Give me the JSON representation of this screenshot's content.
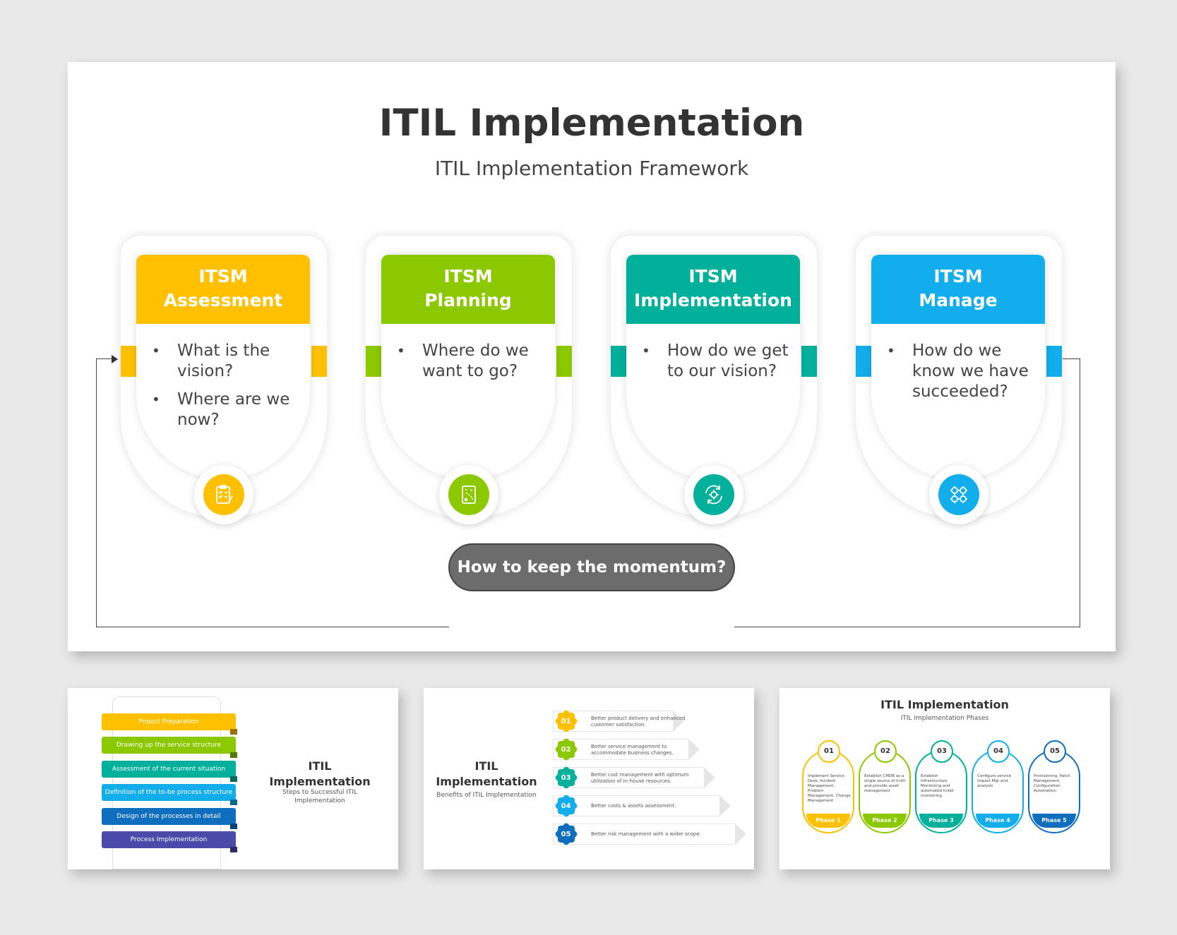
{
  "main": {
    "title": "ITIL Implementation",
    "subtitle": "ITIL Implementation Framework",
    "cards": [
      {
        "line1": "ITSM",
        "line2": "Assessment",
        "color": "#FFC000",
        "icon": "clipboard-checklist-icon",
        "bullets": [
          "What is the vision?",
          "Where are we now?"
        ]
      },
      {
        "line1": "ITSM",
        "line2": "Planning",
        "color": "#8CC800",
        "icon": "plan-document-icon",
        "bullets": [
          "Where do we want to go?"
        ]
      },
      {
        "line1": "ITSM",
        "line2": "Implementation",
        "color": "#00B09B",
        "icon": "gear-cycle-icon",
        "bullets": [
          "How do we get to our vision?"
        ]
      },
      {
        "line1": "ITSM",
        "line2": "Manage",
        "color": "#12AEEB",
        "icon": "gears-icon",
        "bullets": [
          "How do we know we have succeeded?"
        ]
      }
    ],
    "momentum_label": "How to keep the momentum?"
  },
  "thumb1": {
    "title_line1": "ITIL",
    "title_line2": "Implementation",
    "subtitle_line1": "Steps to Successful ITIL",
    "subtitle_line2": "Implementation",
    "steps": [
      {
        "label": "Project Preparation",
        "color": "#FFC000"
      },
      {
        "label": "Drawing up the service structure",
        "color": "#8CC800"
      },
      {
        "label": "Assessment of the current situation",
        "color": "#00B09B"
      },
      {
        "label": "Definition of the to-be process structure",
        "color": "#12AEEB"
      },
      {
        "label": "Design of the processes in detail",
        "color": "#0F6EBE"
      },
      {
        "label": "Process Implementation",
        "color": "#4A4AA8"
      }
    ]
  },
  "thumb2": {
    "title_line1": "ITIL",
    "title_line2": "Implementation",
    "subtitle": "Benefits of ITIL Implementation",
    "benefits": [
      {
        "num": "01",
        "text": "Better product delivery and enhanced customer satisfaction.",
        "color": "#FFC000"
      },
      {
        "num": "02",
        "text": "Better service management to accommodate business changes.",
        "color": "#8CC800"
      },
      {
        "num": "03",
        "text": "Better cost management with optimum utilization of in-house resources.",
        "color": "#00B09B"
      },
      {
        "num": "04",
        "text": "Better costs & assets assessment.",
        "color": "#12AEEB"
      },
      {
        "num": "05",
        "text": "Better risk management with a wider scope.",
        "color": "#0F6EBE"
      }
    ]
  },
  "thumb3": {
    "title": "ITIL Implementation",
    "subtitle": "ITIL Implementation Phases",
    "phases": [
      {
        "num": "01",
        "label": "Phase 1",
        "color": "#FFC000",
        "items": [
          "Implement Service Desk, Incident Management, Problem Management, Change Management"
        ]
      },
      {
        "num": "02",
        "label": "Phase 2",
        "color": "#8CC800",
        "items": [
          "Establish CMDB as a single source of truth and provide asset management"
        ]
      },
      {
        "num": "03",
        "label": "Phase 3",
        "color": "#00B09B",
        "items": [
          "Establish Infrastructure Monitoring and automated ticket monitoring"
        ]
      },
      {
        "num": "04",
        "label": "Phase 4",
        "color": "#12AEEB",
        "items": [
          "Configure service impact Mgr and analysis"
        ]
      },
      {
        "num": "05",
        "label": "Phase 5",
        "color": "#0F6EBE",
        "items": [
          "Provisioning, Patch Management, Configuration Automation"
        ]
      }
    ]
  }
}
